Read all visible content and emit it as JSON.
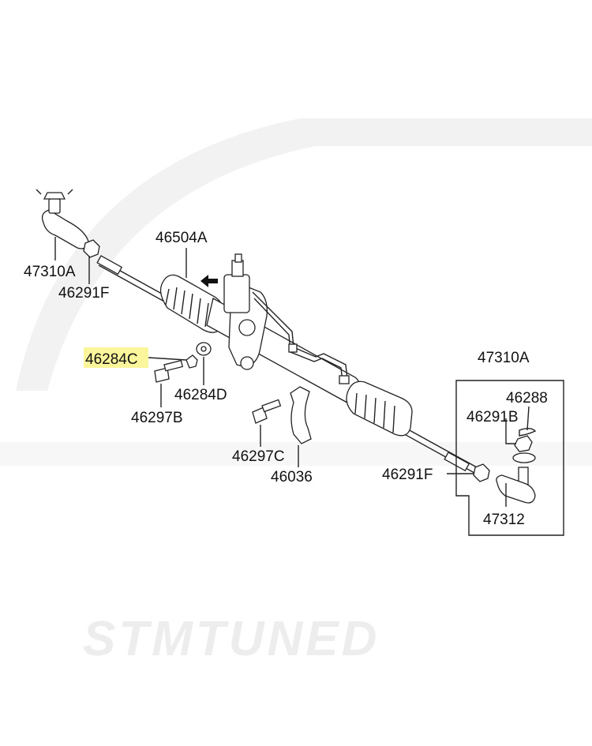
{
  "watermark": {
    "text": "STMTUNED"
  },
  "highlight_color": "#fbf59c",
  "labels": {
    "p47310A_left": "47310A",
    "p46291F_left": "46291F",
    "p46504A": "46504A",
    "p46284C": "46284C",
    "p46284D": "46284D",
    "p46297B": "46297B",
    "p46297C": "46297C",
    "p46036": "46036",
    "p46291F_right": "46291F",
    "p47310A_right": "47310A",
    "p46288": "46288",
    "p46291B": "46291B",
    "p47312": "47312"
  }
}
